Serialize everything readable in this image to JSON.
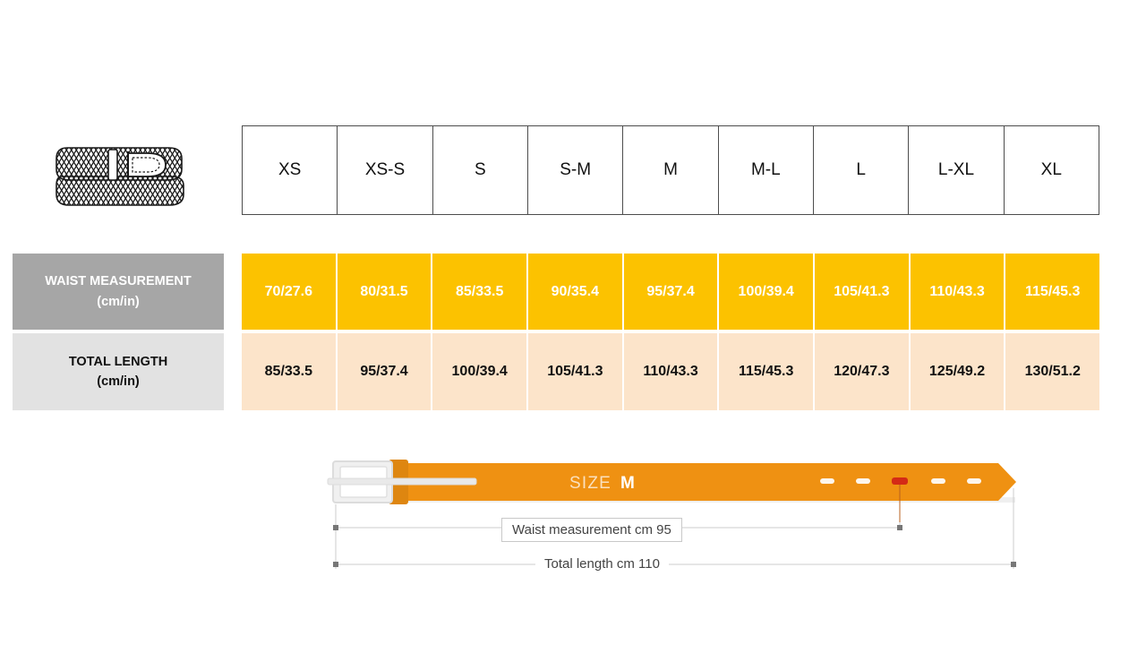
{
  "product": {
    "icon_name": "braided-belt-illustration"
  },
  "table": {
    "size_headers": [
      "XS",
      "XS-S",
      "S",
      "S-M",
      "M",
      "M-L",
      "L",
      "L-XL",
      "XL"
    ],
    "rows": [
      {
        "label": "WAIST MEASUREMENT",
        "unit": "(cm/in)",
        "values": [
          "70/27.6",
          "80/31.5",
          "85/33.5",
          "90/35.4",
          "95/37.4",
          "100/39.4",
          "105/41.3",
          "110/43.3",
          "115/45.3"
        ]
      },
      {
        "label": "TOTAL LENGTH",
        "unit": "(cm/in)",
        "values": [
          "85/33.5",
          "95/37.4",
          "100/39.4",
          "105/41.3",
          "110/43.3",
          "115/45.3",
          "120/47.3",
          "125/49.2",
          "130/51.2"
        ]
      }
    ]
  },
  "diagram": {
    "size_prefix": "SIZE",
    "size_value": "M",
    "waist_dimension": "Waist measurement cm 95",
    "total_dimension": "Total length cm 110",
    "holes_total": 5,
    "highlighted_hole_index": 3
  },
  "colors": {
    "orange_row": "#fcc200",
    "peach_row": "#fce4ca",
    "gray_label": "#a6a6a6",
    "light_gray_label": "#e2e2e2",
    "belt_orange": "#ef9112",
    "highlight_hole": "#d42a16",
    "buckle_silver": "#dddddd"
  }
}
